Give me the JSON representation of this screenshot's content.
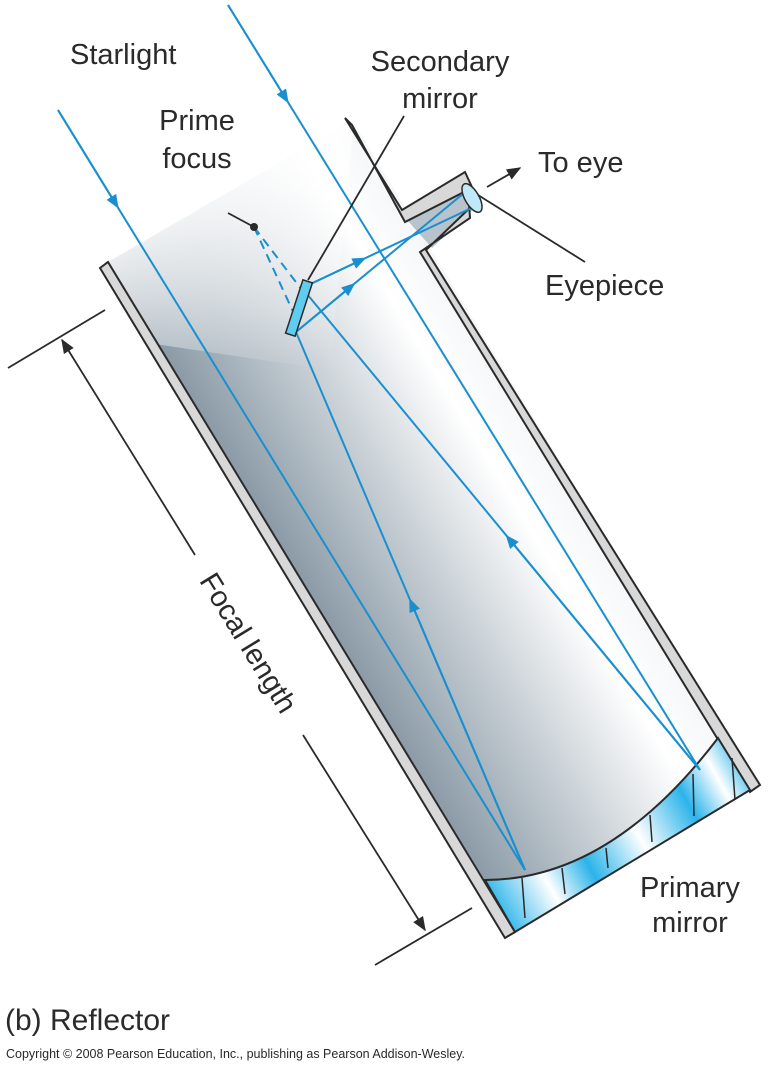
{
  "labels": {
    "starlight": "Starlight",
    "prime_focus": [
      "Prime",
      "focus"
    ],
    "secondary_mirror": [
      "Secondary",
      "mirror"
    ],
    "to_eye": "To eye",
    "eyepiece": "Eyepiece",
    "focal_length": "Focal length",
    "primary_mirror": [
      "Primary",
      "mirror"
    ]
  },
  "caption": "(b) Reflector",
  "copyright": "Copyright © 2008 Pearson Education, Inc., publishing as Pearson Addison-Wesley.",
  "colors": {
    "ray": "#1a8fd0",
    "mirror": "#3cc0ee",
    "wall": "#d8d8d8",
    "line": "#2a2a2a"
  }
}
